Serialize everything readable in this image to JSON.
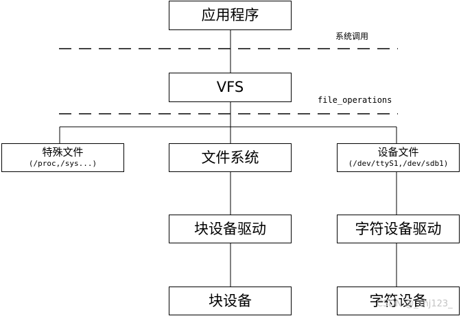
{
  "boxes": {
    "app": "应用程序",
    "vfs": "VFS",
    "special_file": {
      "title": "特殊文件",
      "detail": "(/proc,/sys...)"
    },
    "filesystem": "文件系统",
    "device_file": {
      "title": "设备文件",
      "detail": "(/dev/ttyS1,/dev/sdb1)"
    },
    "block_driver": "块设备驱动",
    "char_driver": "字符设备驱动",
    "block_device": "块设备",
    "char_device": "字符设备"
  },
  "separators": {
    "syscall_label": "系统调用",
    "file_ops_label": "file_operations"
  },
  "watermark": "CSDN @_shj123_"
}
